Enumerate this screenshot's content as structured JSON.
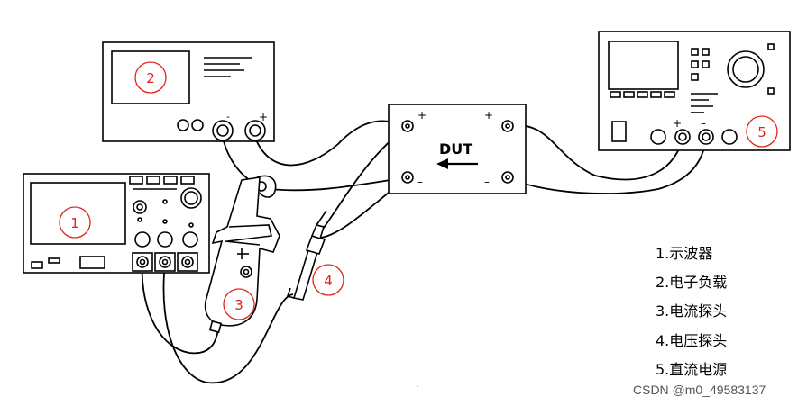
{
  "dut": {
    "label": "DUT",
    "left_plus": "+",
    "left_minus": "–",
    "right_plus": "+",
    "right_minus": "–"
  },
  "load": {
    "terminal_minus": "-",
    "terminal_plus": "+"
  },
  "supply": {
    "terminal_plus": "+",
    "terminal_minus": "–"
  },
  "callouts": [
    "1",
    "2",
    "3",
    "4",
    "5"
  ],
  "legend": [
    "1.示波器",
    "2.电子负载",
    "3.电流探头",
    "4.电压探头",
    "5.直流电源"
  ],
  "watermark": "CSDN @m0_49583137",
  "colors": {
    "callout": "#e0241b",
    "line": "#000000"
  }
}
